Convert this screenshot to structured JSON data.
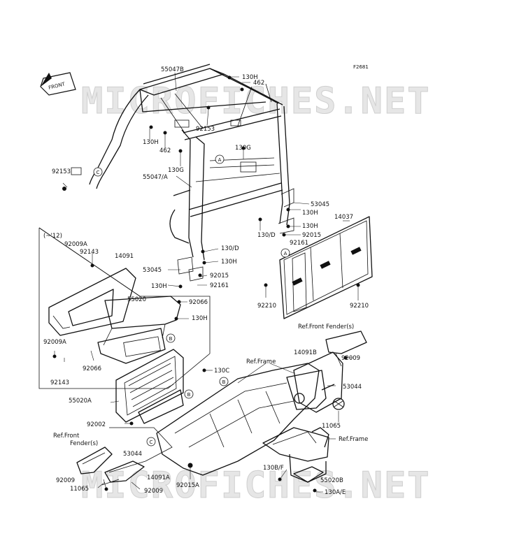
{
  "figure_id": "F2681",
  "watermark": "MICROFICHES.NET",
  "front_badge": "FRONT",
  "detail_box_label": "(~'12)",
  "callout_letters": [
    "A",
    "B",
    "C"
  ],
  "part_labels": [
    "55047B",
    "130H",
    "462",
    "92153",
    "130H",
    "462",
    "130G",
    "130G",
    "92153",
    "55047/A",
    "53045",
    "130H",
    "130H",
    "92015",
    "130/D",
    "92161",
    "14037",
    "130/D",
    "130H",
    "53045",
    "92015",
    "130H",
    "92161",
    "92210",
    "92210",
    "92009A",
    "92143",
    "14091",
    "55020",
    "92066",
    "130H",
    "92009A",
    "92066",
    "92143",
    "Ref.Front Fender(s)",
    "14091B",
    "92009",
    "53044",
    "11065",
    "Ref.Frame",
    "130C",
    "55020A",
    "92002",
    "Ref.Front",
    "Fender(s)",
    "53044",
    "92009",
    "11065",
    "14091A",
    "92009",
    "92015A",
    "Ref.Frame",
    "130B/F",
    "55020B",
    "130A/E"
  ]
}
